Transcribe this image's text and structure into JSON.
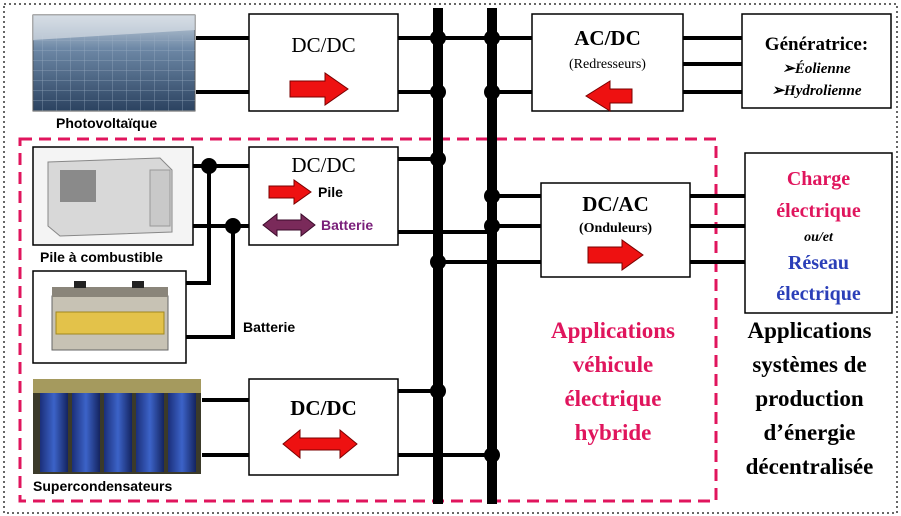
{
  "sources": {
    "pv": "Photovoltaïque",
    "fuel_cell": "Pile à combustible",
    "battery": "Batterie",
    "supercap": "Supercondensateurs"
  },
  "converters": {
    "dcdc_pv": "DC/DC",
    "dcdc_pile_batt": "DC/DC",
    "dcdc_pile_label": "Pile",
    "dcdc_batt_label": "Batterie",
    "dcdc_supercap": "DC/DC",
    "acdc_title": "AC/DC",
    "acdc_sub": "(Redresseurs)",
    "dcac_title": "DC/AC",
    "dcac_sub": "(Onduleurs)"
  },
  "generator": {
    "title": "Génératrice:",
    "item1": "➢Éolienne",
    "item2": "➢Hydrolienne"
  },
  "load": {
    "line1": "Charge",
    "line2": "électrique",
    "line3": "ou/et",
    "line4": "Réseau",
    "line5": "électrique"
  },
  "app_vehicle": {
    "line1": "Applications",
    "line2": "véhicule",
    "line3": "électrique",
    "line4": "hybride"
  },
  "app_systems": {
    "line1": "Applications",
    "line2": "systèmes de",
    "line3": "production",
    "line4": "d’énergie",
    "line5": "décentralisée"
  },
  "colors": {
    "arrow": "#ee1111",
    "bidir_arrow": "#7a2a5a",
    "dash_pink": "#e0155d",
    "label_pink": "#e0155d",
    "label_blue": "#2b3fb8",
    "label_purple": "#7a1f7a"
  }
}
